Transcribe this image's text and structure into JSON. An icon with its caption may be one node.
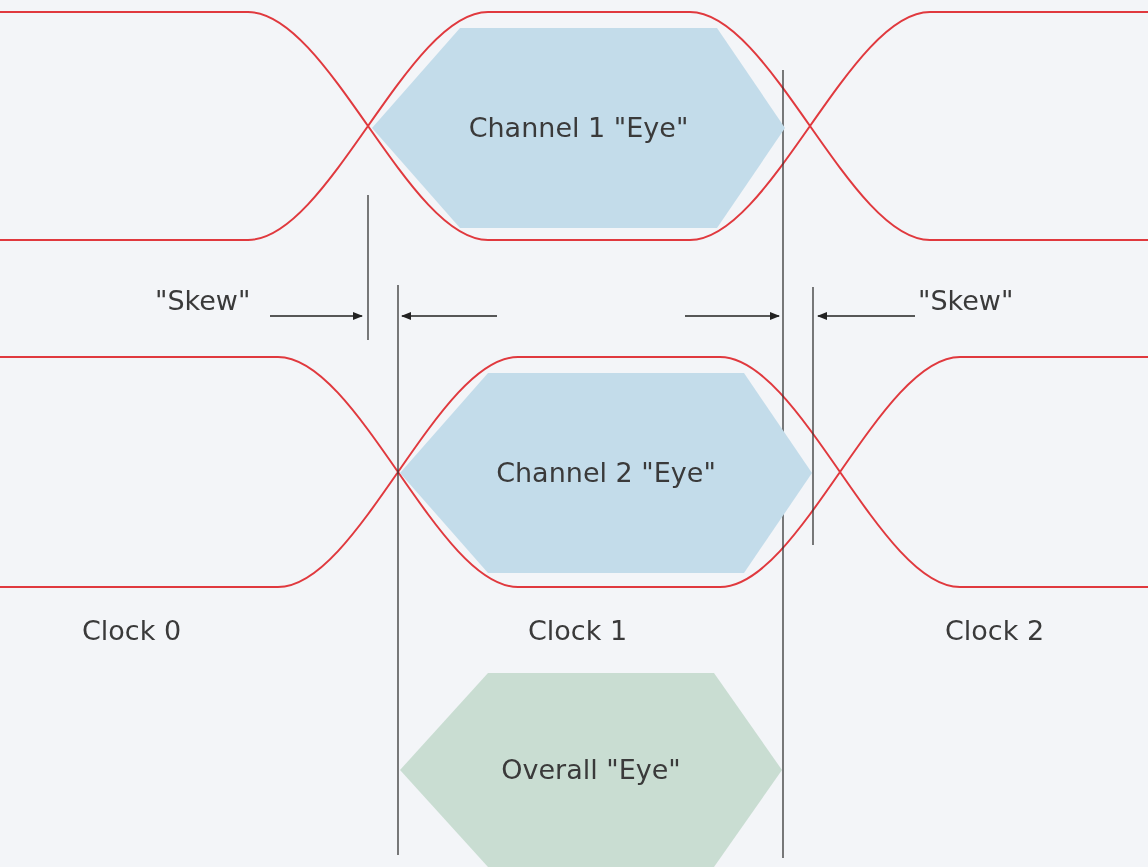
{
  "diagram": {
    "nodes": [
      {
        "text": [
          "Channel 1 \"Eye\""
        ]
      },
      {
        "text": [
          "Channel 2 \"Eye\""
        ]
      },
      {
        "text": [
          "Overall \"Eye\""
        ]
      }
    ],
    "labels": [
      "\"Skew\"",
      "\"Skew\"",
      "Clock 0",
      "Clock 1",
      "Clock 2"
    ]
  }
}
